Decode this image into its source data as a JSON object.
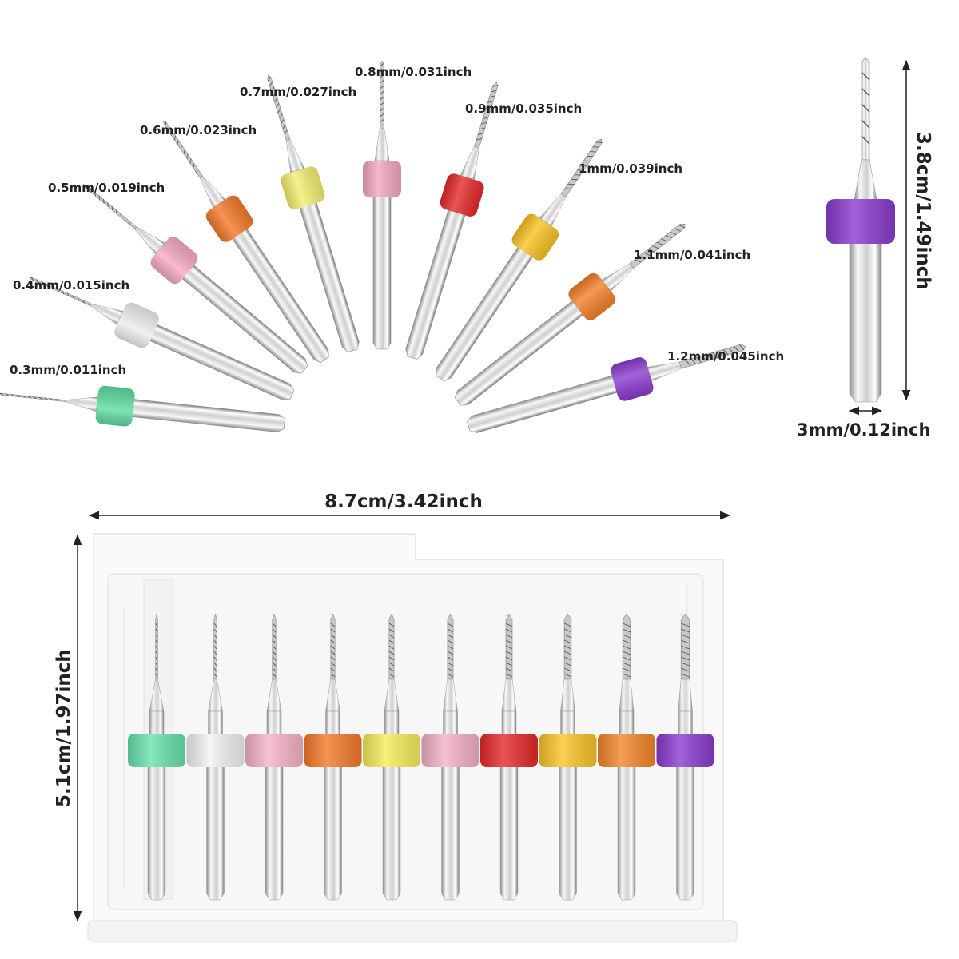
{
  "fan_bits": [
    {
      "label": "0.3mm/0.011inch",
      "color": "#5fdca0"
    },
    {
      "label": "0.4mm/0.015inch",
      "color": "#eeeeee"
    },
    {
      "label": "0.5mm/0.019inch",
      "color": "#f6a9c3"
    },
    {
      "label": "0.6mm/0.023inch",
      "color": "#f47a2a"
    },
    {
      "label": "0.7mm/0.027inch",
      "color": "#f3ef72"
    },
    {
      "label": "0.8mm/0.031inch",
      "color": "#f4a6c0"
    },
    {
      "label": "0.9mm/0.035inch",
      "color": "#e52a2a"
    },
    {
      "label": "1mm/0.039inch",
      "color": "#f9c322"
    },
    {
      "label": "1.1mm/0.041inch",
      "color": "#f4802a"
    },
    {
      "label": "1.2mm/0.045inch",
      "color": "#8b3ccf"
    }
  ],
  "single_bit": {
    "color": "#8b3ccf",
    "length_label": "3.8cm/1.49inch",
    "shank_label": "3mm/0.12inch"
  },
  "case": {
    "width_label": "8.7cm/3.42inch",
    "height_label": "5.1cm/1.97inch",
    "bit_colors": [
      "#69e2b0",
      "#f2f2f2",
      "#f7b3c7",
      "#f47a2a",
      "#f5ee5c",
      "#f5b1c6",
      "#e52a2a",
      "#fbc42a",
      "#f4862a",
      "#8b3ccf"
    ]
  }
}
